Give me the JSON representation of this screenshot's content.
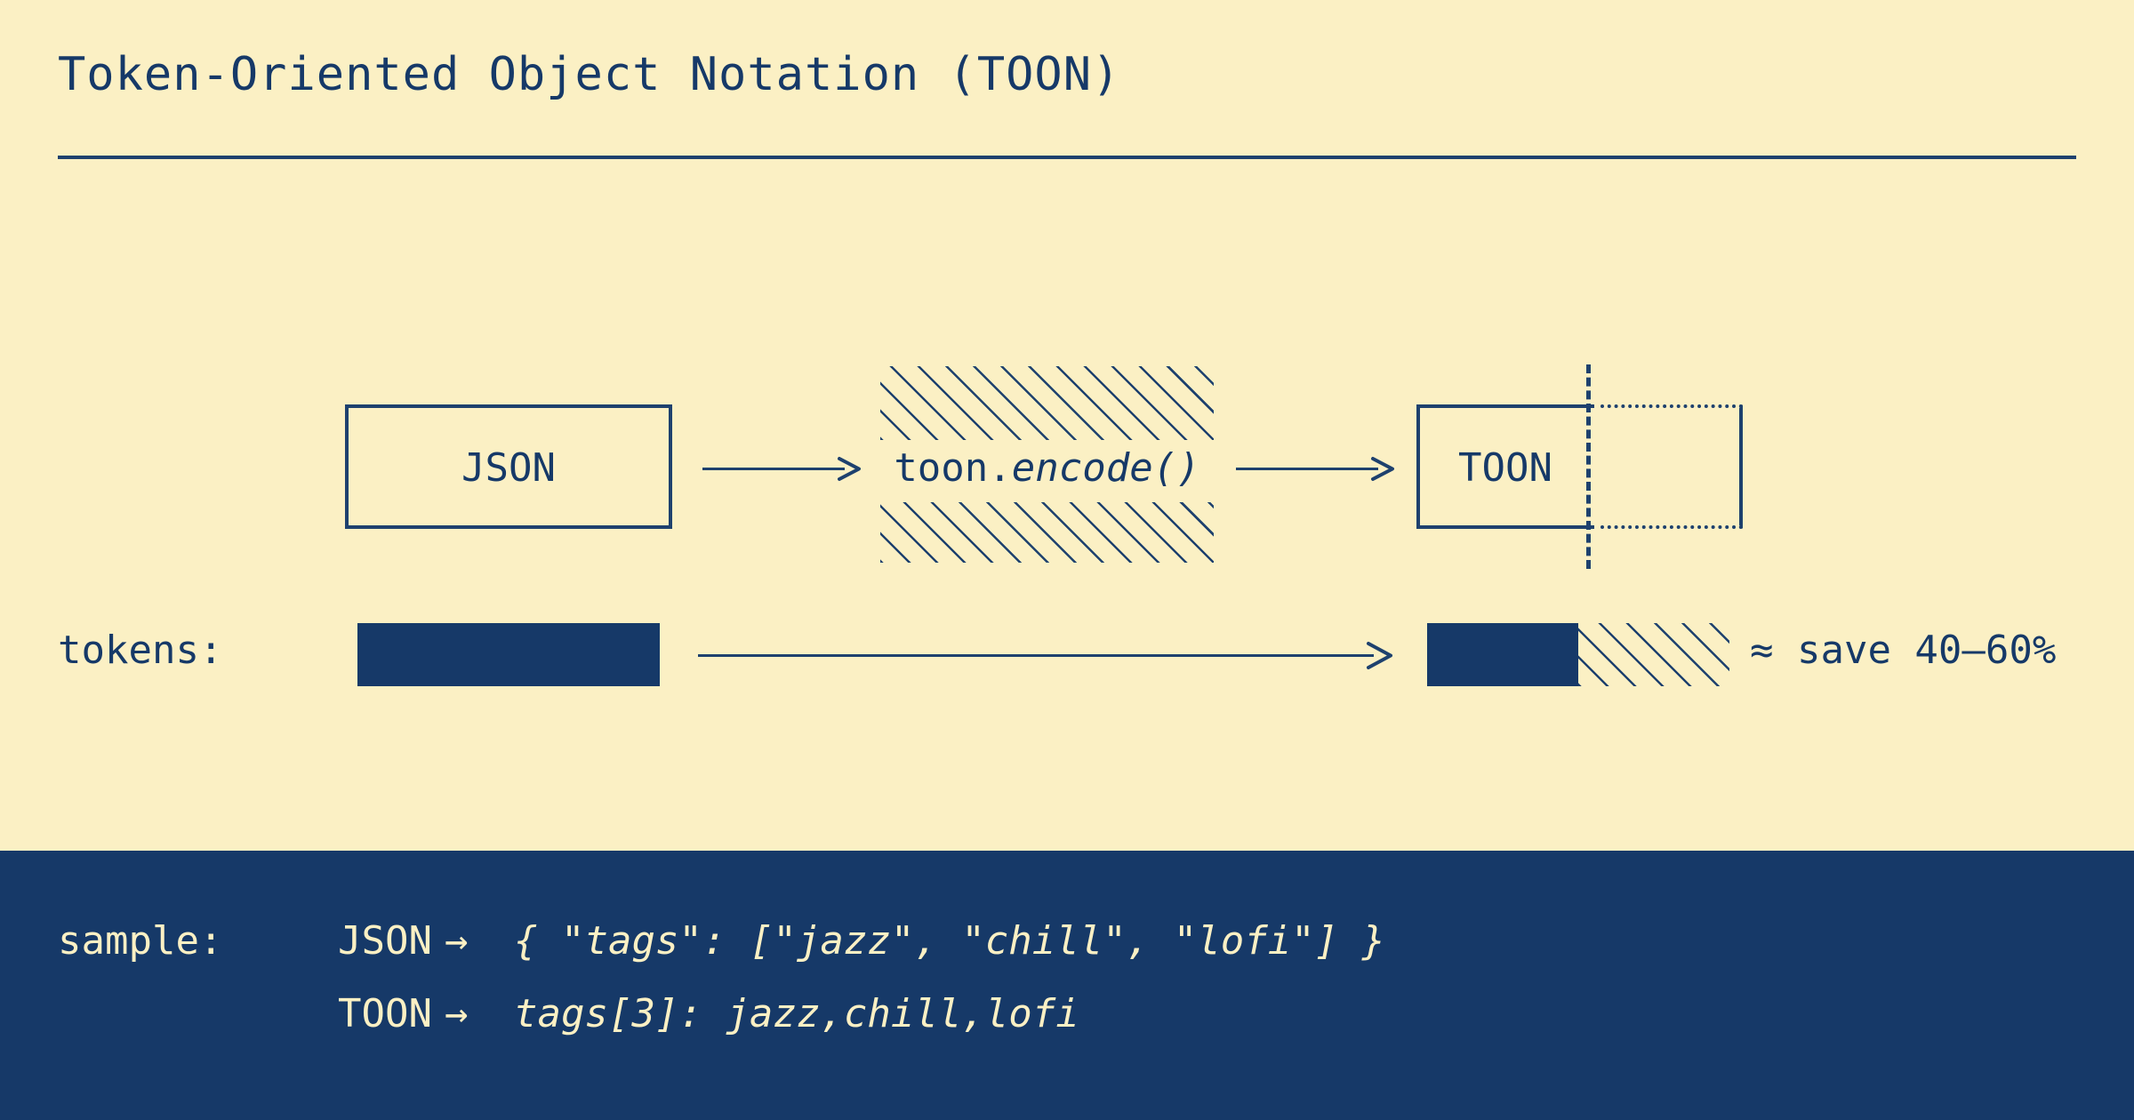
{
  "page": {
    "title": "Token-Oriented Object Notation (TOON)",
    "background_color": "#FBF0C4",
    "ink_color": "#163968"
  },
  "diagram": {
    "json_node": {
      "label": "JSON"
    },
    "encode_node": {
      "label_plain": "toon.",
      "label_italic": "encode()"
    },
    "toon_node": {
      "label": "TOON"
    },
    "arrow_1": "→",
    "arrow_2": "→"
  },
  "tokens": {
    "label": "tokens:",
    "arrow": "→",
    "savings_label": "≈ save 40–60%"
  },
  "sample": {
    "label": "sample:",
    "rows": [
      {
        "kind": "JSON",
        "arrow": "→",
        "code": "{ \"tags\": [\"jazz\", \"chill\", \"lofi\"] }"
      },
      {
        "kind": "TOON",
        "arrow": "→",
        "code": "tags[3]: jazz,chill,lofi"
      }
    ]
  },
  "chart_data": {
    "type": "bar",
    "title": "tokens",
    "categories": [
      "JSON",
      "TOON"
    ],
    "values": [
      100,
      50
    ],
    "annotation": "≈ save 40–60%",
    "xlabel": "",
    "ylabel": "tokens",
    "grid": false,
    "legend": "none"
  }
}
